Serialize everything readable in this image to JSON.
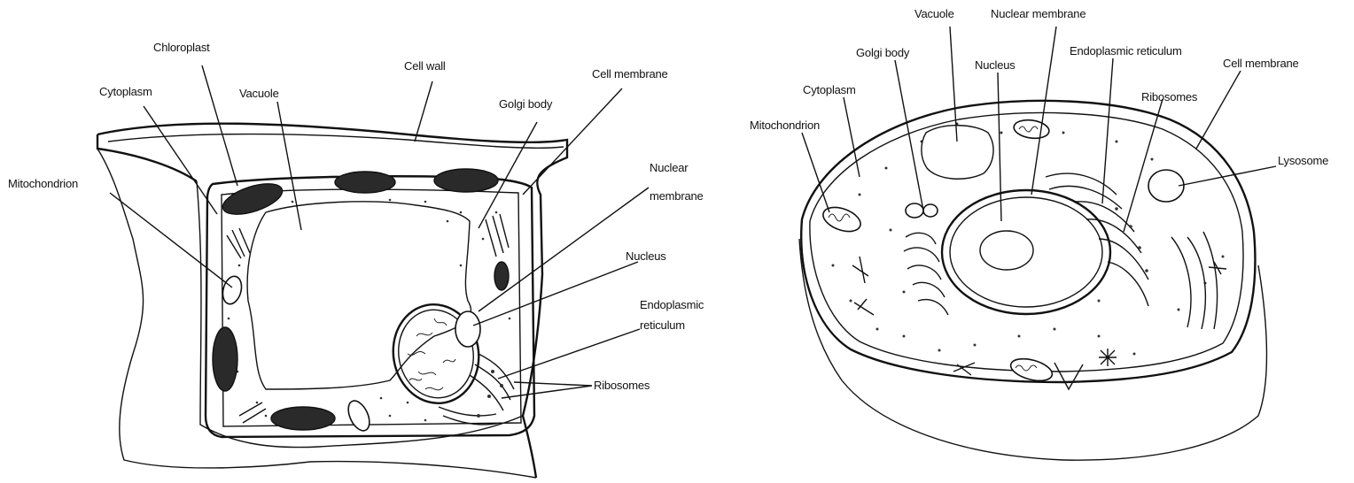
{
  "plant_cell": {
    "labels": {
      "chloroplast": "Chloroplast",
      "cell_wall": "Cell wall",
      "cytoplasm": "Cytoplasm",
      "vacuole": "Vacuole",
      "golgi_body": "Golgi body",
      "cell_membrane": "Cell membrane",
      "mitochondrion": "Mitochondrion",
      "nuclear_membrane_line1": "Nuclear",
      "nuclear_membrane_line2": "membrane",
      "nucleus": "Nucleus",
      "er_line1": "Endoplasmic",
      "er_line2": "reticulum",
      "ribosomes": "Ribosomes"
    }
  },
  "animal_cell": {
    "labels": {
      "vacuole": "Vacuole",
      "nuclear_membrane": "Nuclear membrane",
      "golgi_body": "Golgi body",
      "nucleus": "Nucleus",
      "endoplasmic_reticulum": "Endoplasmic reticulum",
      "cell_membrane": "Cell membrane",
      "cytoplasm": "Cytoplasm",
      "ribosomes": "Ribosomes",
      "mitochondrion": "Mitochondrion",
      "lysosome": "Lysosome"
    }
  }
}
